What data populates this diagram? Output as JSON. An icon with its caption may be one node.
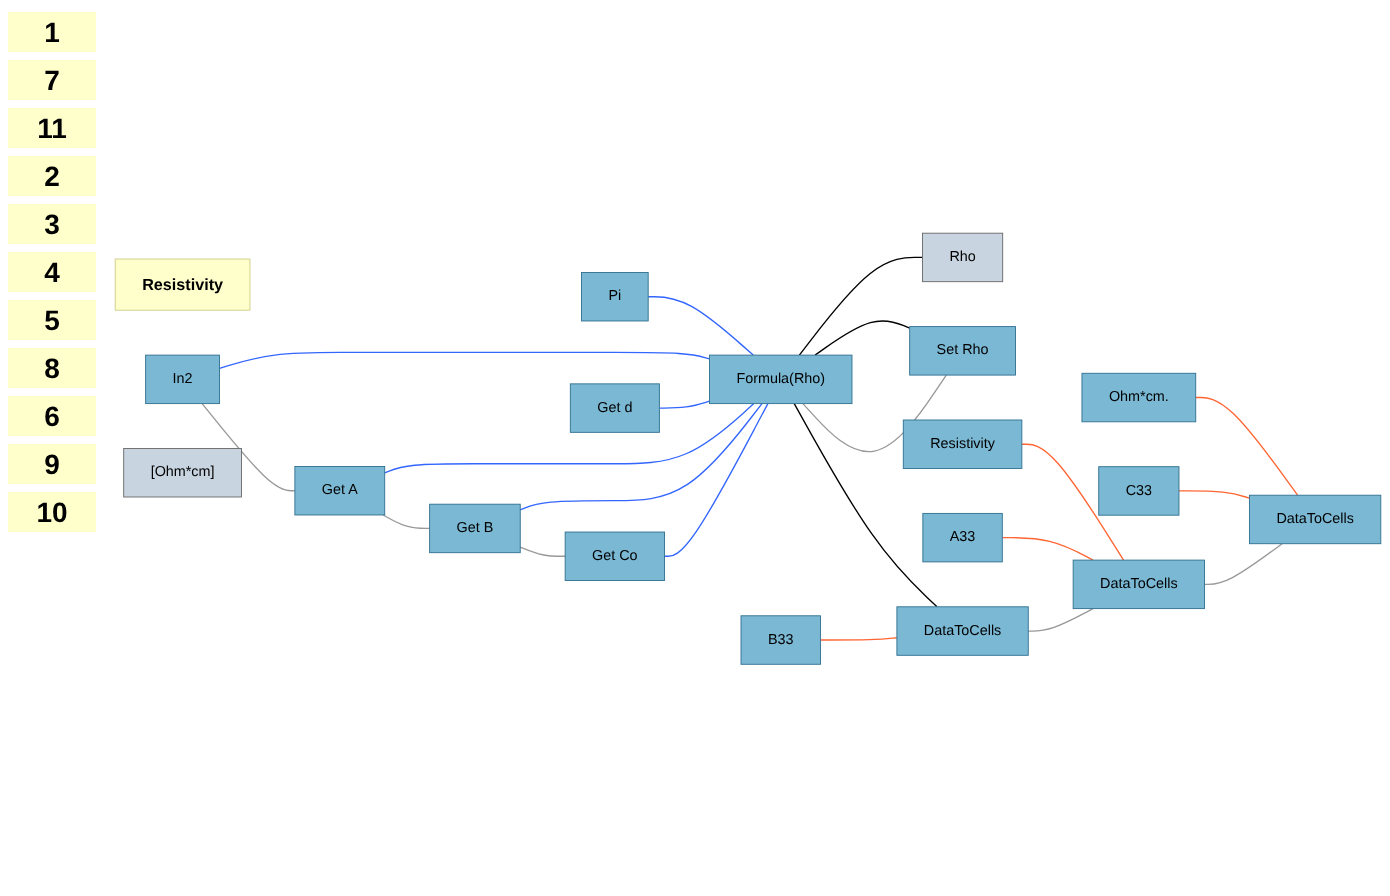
{
  "diagram": {
    "nodes": [
      {
        "text": [
          "Resistivity"
        ]
      },
      {
        "text": [
          "Pi"
        ]
      },
      {
        "text": [
          "In2"
        ]
      },
      {
        "text": [
          "Get d"
        ]
      },
      {
        "text": [
          "Get A"
        ]
      },
      {
        "text": [
          "Get B"
        ]
      },
      {
        "text": [
          "Get Co"
        ]
      },
      {
        "text": [
          "Formula(Rho)"
        ]
      },
      {
        "text": [
          "Rho"
        ]
      },
      {
        "text": [
          "[Ohm*cm]"
        ]
      },
      {
        "text": [
          "Set Rho"
        ]
      },
      {
        "text": [
          "DataToCells"
        ]
      },
      {
        "text": [
          "B33"
        ]
      },
      {
        "text": [
          "Resistivity"
        ]
      },
      {
        "text": [
          "A33"
        ]
      },
      {
        "text": [
          "DataToCells"
        ]
      },
      {
        "text": [
          "Ohm*cm."
        ]
      },
      {
        "text": [
          "C33"
        ]
      },
      {
        "text": [
          "DataToCells"
        ]
      }
    ],
    "edges": [
      {
        "from": 1,
        "to": 7,
        "arrow": "none",
        "color": "#3366ff"
      },
      {
        "from": 2,
        "to": 7,
        "arrow": "none",
        "color": "#3366ff"
      },
      {
        "from": 3,
        "to": 7,
        "arrow": "none",
        "color": "#3366ff"
      },
      {
        "from": 4,
        "to": 7,
        "arrow": "none",
        "color": "#3366ff"
      },
      {
        "from": 5,
        "to": 7,
        "arrow": "none",
        "color": "#3366ff"
      },
      {
        "from": 6,
        "to": 7,
        "arrow": "none",
        "color": "#3366ff"
      },
      {
        "from": 7,
        "to": 8,
        "arrow": "none",
        "color": "#000000"
      },
      {
        "from": 7,
        "to": 10,
        "arrow": "none",
        "color": "#000000"
      },
      {
        "from": 7,
        "to": 11,
        "arrow": "none",
        "color": "#000000"
      },
      {
        "from": 12,
        "to": 11,
        "arrow": "none",
        "color": "#ff6633"
      },
      {
        "from": 13,
        "to": 15,
        "arrow": "none",
        "color": "#ff6633"
      },
      {
        "from": 14,
        "to": 15,
        "arrow": "none",
        "color": "#ff6633"
      },
      {
        "from": 16,
        "to": 18,
        "arrow": "none",
        "color": "#ff6633"
      },
      {
        "from": 17,
        "to": 18,
        "arrow": "none",
        "color": "#ff6633"
      },
      {
        "from": 2,
        "to": 4,
        "arrow": "none",
        "color": "#999999"
      },
      {
        "from": 4,
        "to": 5,
        "arrow": "none",
        "color": "#999999"
      },
      {
        "from": 5,
        "to": 6,
        "arrow": "none",
        "color": "#999999"
      },
      {
        "from": 7,
        "to": 10,
        "arrow": "none",
        "color": "#999999"
      },
      {
        "from": 11,
        "to": 15,
        "arrow": "none",
        "color": "#999999"
      },
      {
        "from": 15,
        "to": 18,
        "arrow": "none",
        "color": "#999999"
      }
    ],
    "labels": [
      "1",
      "7",
      "11",
      "2",
      "3",
      "4",
      "5",
      "8",
      "6",
      "9",
      "10"
    ]
  }
}
